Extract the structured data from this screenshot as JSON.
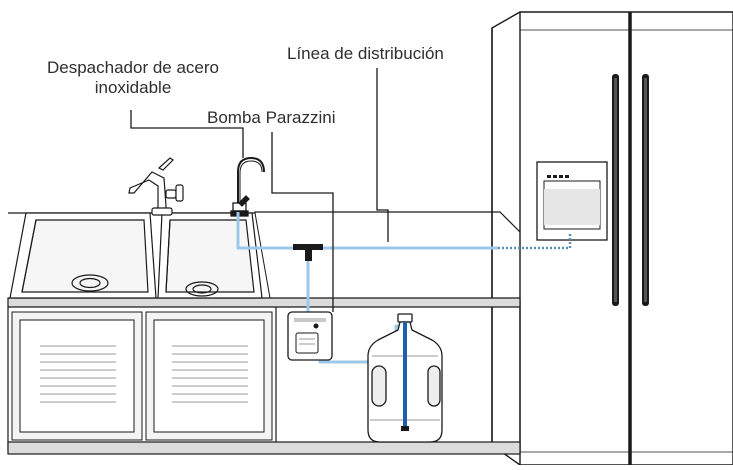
{
  "labels": {
    "dispenser_line1": "Despachador de acero",
    "dispenser_line2": "inoxidable",
    "pump": "Bomba Parazzini",
    "distribution_line": "Línea de distribución"
  },
  "colors": {
    "outline": "#1a1a1a",
    "water_line": "#9cc9ea",
    "water_column": "#1f5fae",
    "countertop": "#dcdcdc",
    "panel": "#f4f4f4"
  },
  "icons": {
    "sink": "double-basin-sink-icon",
    "kitchen_faucet": "faucet-icon",
    "steel_dispenser": "dispenser-faucet-icon",
    "pump": "pump-icon",
    "bottle": "water-bottle-icon",
    "refrigerator": "refrigerator-icon",
    "fridge_water_dispenser": "fridge-dispenser-icon",
    "tee_connector": "tee-connector-icon"
  }
}
